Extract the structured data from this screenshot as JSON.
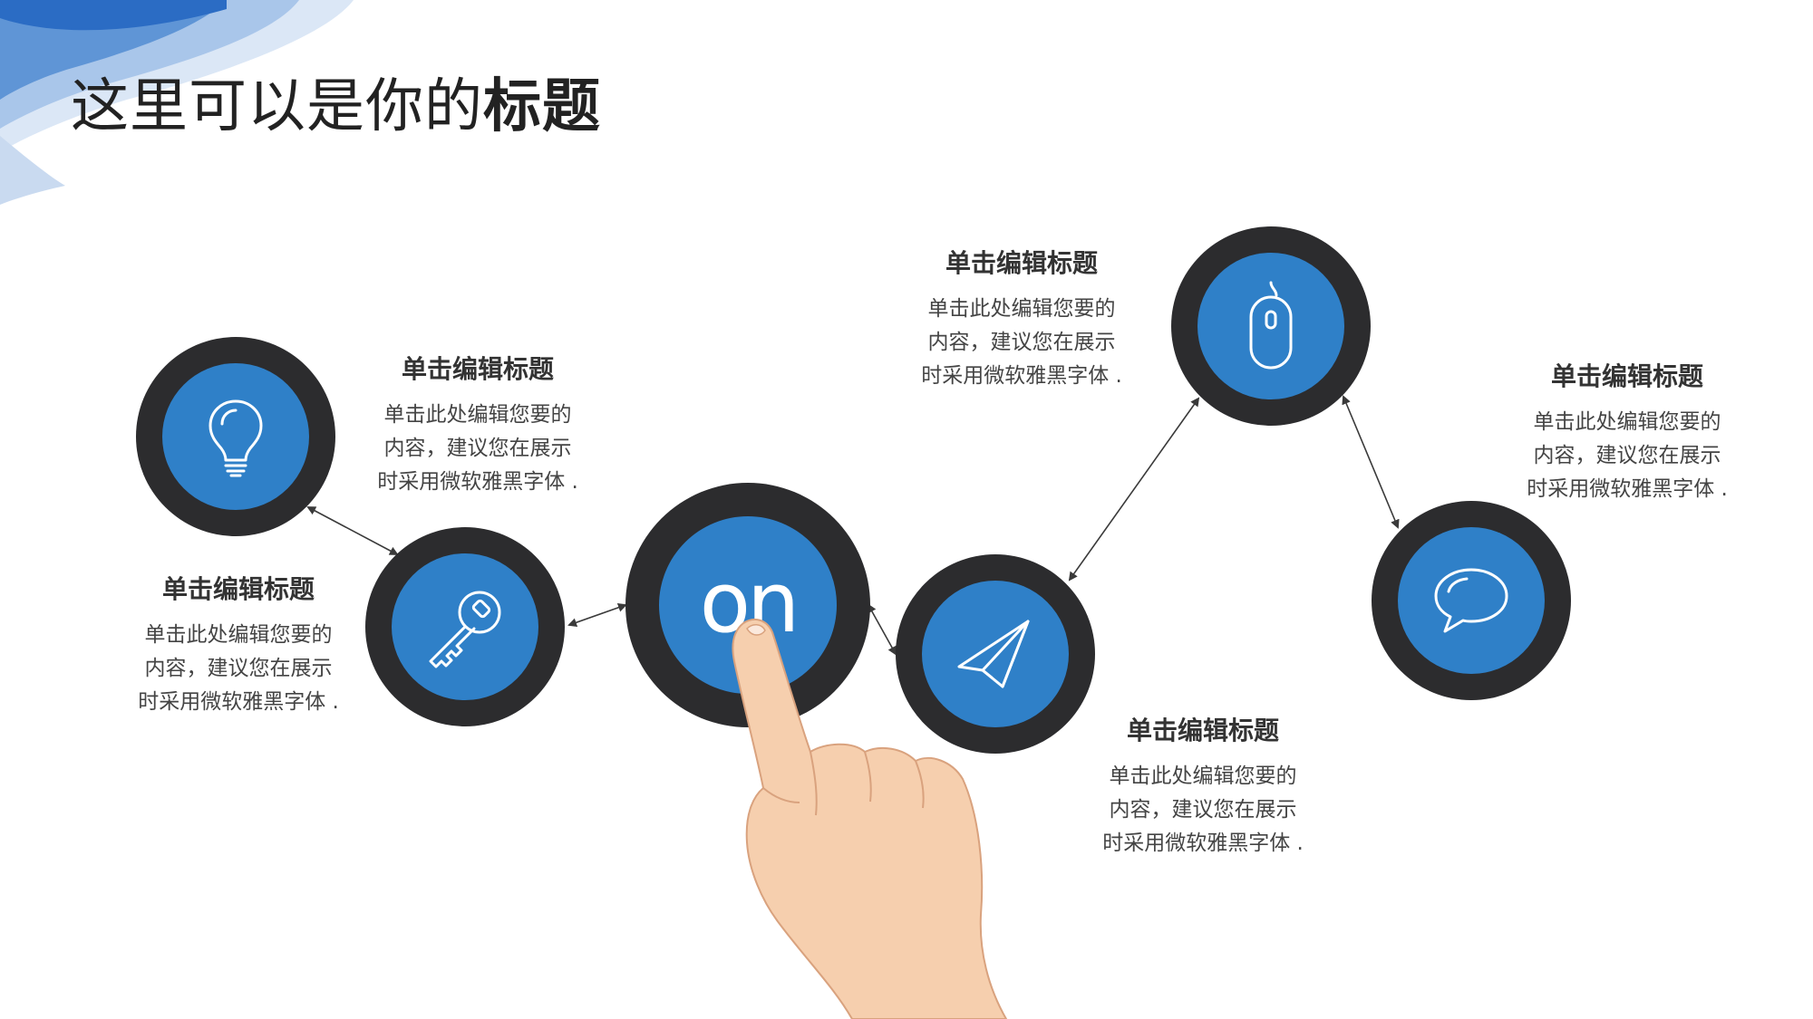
{
  "slide": {
    "title_regular": "这里可以是你的",
    "title_bold": "标题"
  },
  "center_node": {
    "label": "on",
    "icon": "finger-pointing-hand"
  },
  "nodes": [
    {
      "icon": "lightbulb-icon",
      "title": "单击编辑标题",
      "body": "单击此处编辑您要的\n内容，建议您在展示\n时采用微软雅黑字体 ."
    },
    {
      "icon": "key-icon",
      "title": "单击编辑标题",
      "body": "单击此处编辑您要的\n内容，建议您在展示\n时采用微软雅黑字体 ."
    },
    {
      "icon": "paper-plane-icon",
      "title": "单击编辑标题",
      "body": "单击此处编辑您要的\n内容，建议您在展示\n时采用微软雅黑字体 ."
    },
    {
      "icon": "mouse-icon",
      "title": "单击编辑标题",
      "body": "单击此处编辑您要的\n内容，建议您在展示\n时采用微软雅黑字体 ."
    },
    {
      "icon": "speech-bubble-icon",
      "title": "单击编辑标题",
      "body": "单击此处编辑您要的\n内容，建议您在展示\n时采用微软雅黑字体 ."
    }
  ],
  "colors": {
    "ring": "#2c2c2e",
    "accent_blue": "#2f80c8",
    "text_dark": "#333333"
  }
}
